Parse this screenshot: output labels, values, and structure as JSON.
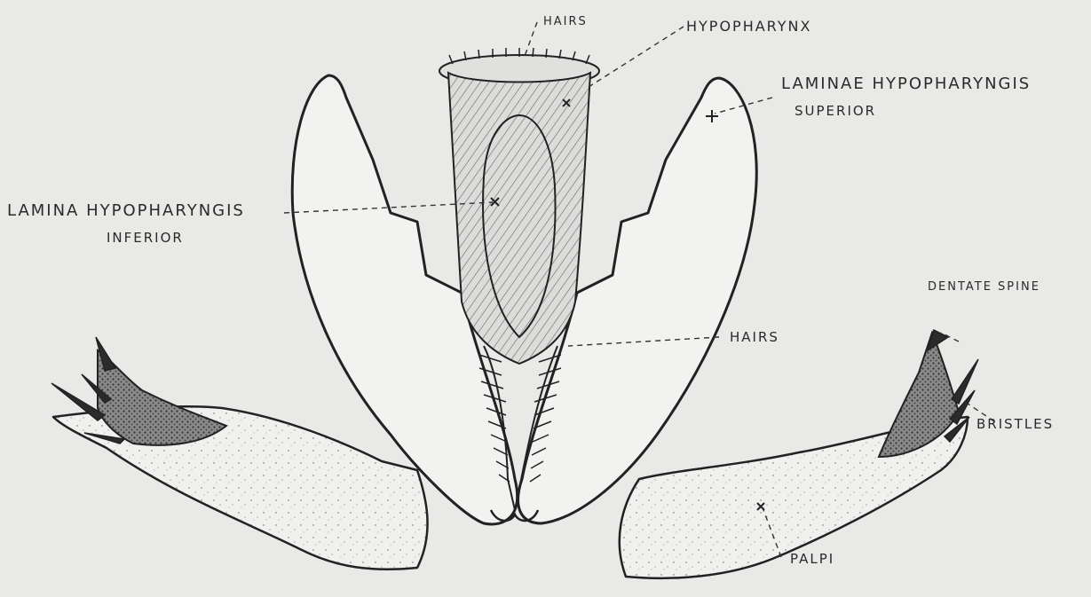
{
  "labels": {
    "hairs_top": "HAIRS",
    "hypopharynx": "HYPOPHARYNX",
    "laminae_line1": "LAMINAE HYPOPHARYNGIS",
    "laminae_line2": "SUPERIOR",
    "lamina_line1": "LAMINA HYPOPHARYNGIS",
    "lamina_line2": "INFERIOR",
    "hairs_middle": "HAIRS",
    "dentate_spine": "DENTATE SPINE",
    "bristles": "BRISTLES",
    "palpi": "PALPI"
  },
  "colors": {
    "paper": "#e9e9e7",
    "ink": "#222222"
  }
}
